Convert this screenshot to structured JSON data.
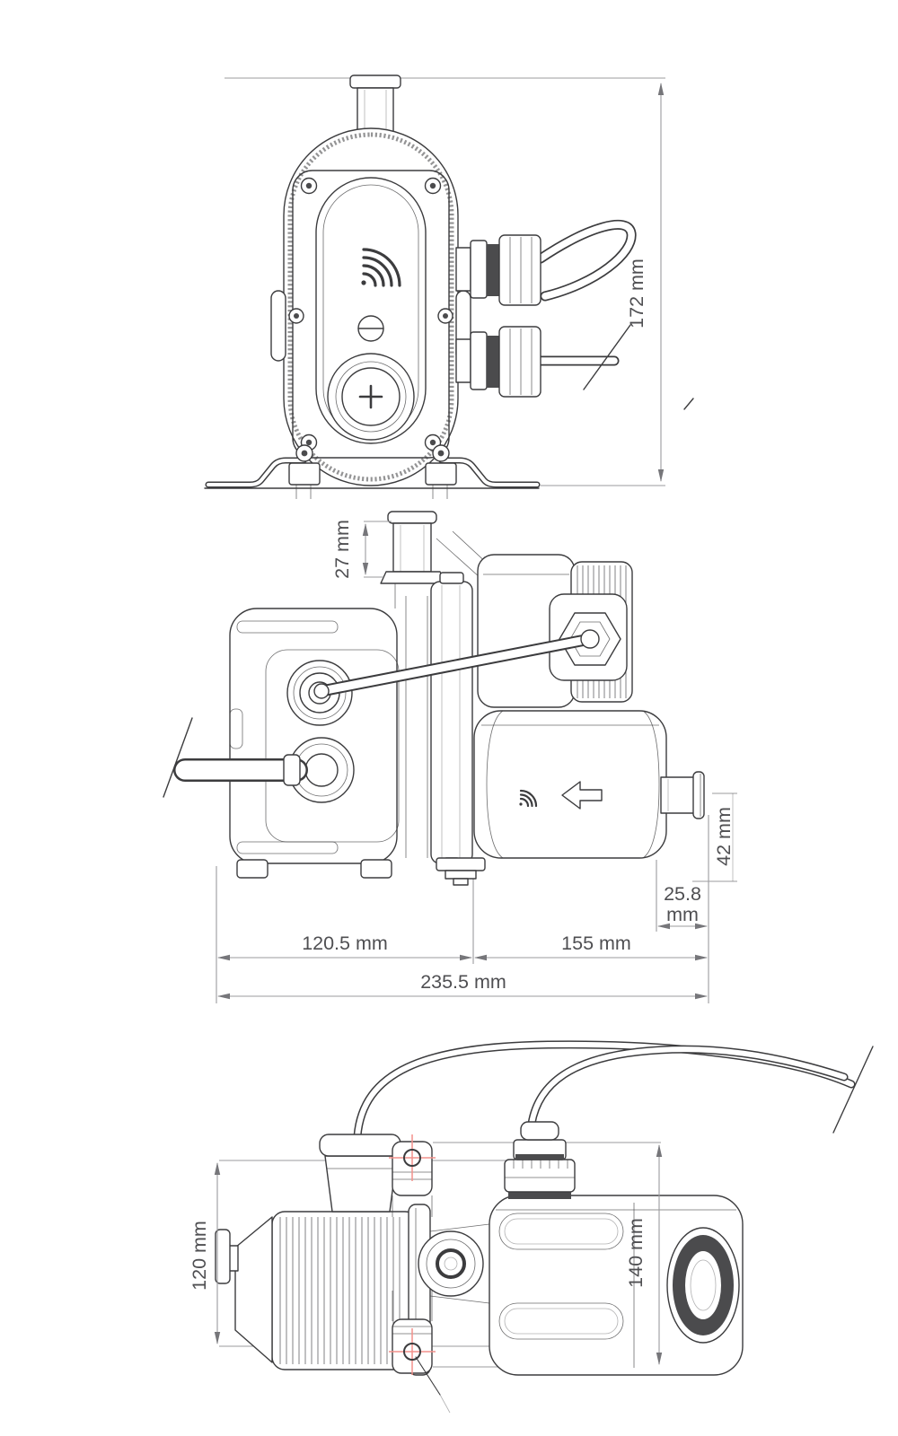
{
  "document": {
    "kind": "pump technical dimension drawing",
    "background": "#ffffff"
  },
  "colors": {
    "line": "#3c3c3e",
    "dim": "#9b9b9e",
    "arrow": "#76767a",
    "text": "#4f4f52",
    "crosshair_red": "#f2918b",
    "dark_fill": "#4b4b4d"
  },
  "views": {
    "front": {
      "dim_height": "172 mm"
    },
    "side": {
      "dim_port_height": "27 mm",
      "dim_outlet_height": "42 mm",
      "dim_outlet_depth_value": "25.8",
      "dim_outlet_depth_unit": "mm",
      "dim_pump_length": "120.5 mm",
      "dim_motor_length": "155 mm",
      "dim_total_length": "235.5 mm"
    },
    "plan": {
      "dim_width": "120 mm",
      "dim_height": "140 mm"
    }
  },
  "icons": {
    "brand_swirl": "fan of concentric arcs",
    "flow_arrow": "left-pointing outline arrow",
    "drain_plus": "+",
    "screw_slot": "horizontal slot"
  }
}
